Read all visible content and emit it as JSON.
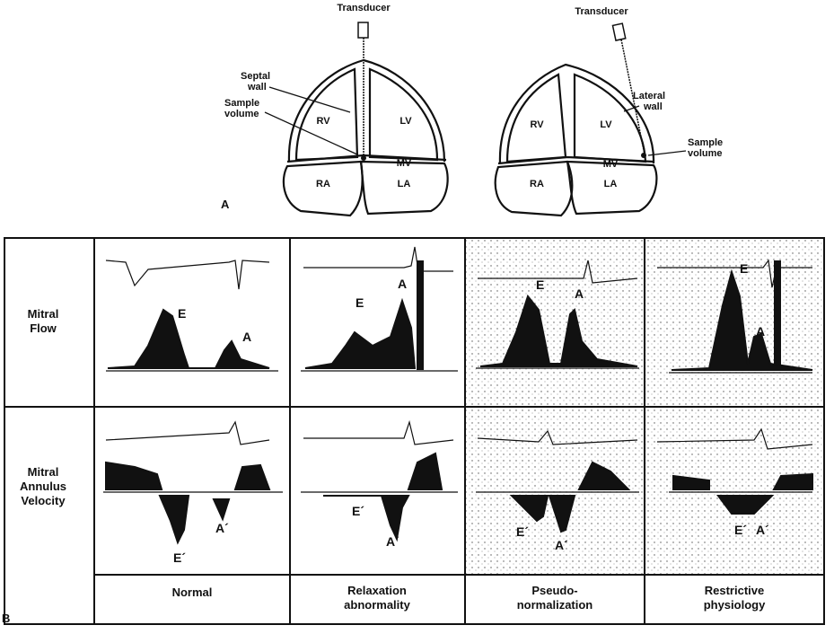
{
  "panel_a": {
    "label": "A",
    "septal_view": {
      "transducer": "Transducer",
      "septal_wall": [
        "Septal",
        "wall"
      ],
      "sample_volume": [
        "Sample",
        "volume"
      ],
      "chambers": {
        "rv": "RV",
        "lv": "LV",
        "mv": "MV",
        "ra": "RA",
        "la": "LA"
      }
    },
    "lateral_view": {
      "transducer": "Transducer",
      "lateral_wall": [
        "Lateral",
        "wall"
      ],
      "sample_volume": [
        "Sample",
        "volume"
      ],
      "chambers": {
        "rv": "RV",
        "lv": "LV",
        "mv": "MV",
        "ra": "RA",
        "la": "LA"
      }
    }
  },
  "panel_b": {
    "label": "B",
    "rows": [
      {
        "label": [
          "Mitral",
          "Flow"
        ]
      },
      {
        "label": [
          "Mitral",
          "Annulus",
          "Velocity"
        ]
      }
    ],
    "columns": [
      {
        "label": [
          "Normal"
        ]
      },
      {
        "label": [
          "Relaxation",
          "abnormality"
        ]
      },
      {
        "label": [
          "Pseudo-",
          "normalization"
        ]
      },
      {
        "label": [
          "Restrictive",
          "physiology"
        ]
      }
    ],
    "wave_labels": {
      "e": "E",
      "a": "A",
      "e_prime": "E´",
      "a_prime": "A´"
    }
  }
}
